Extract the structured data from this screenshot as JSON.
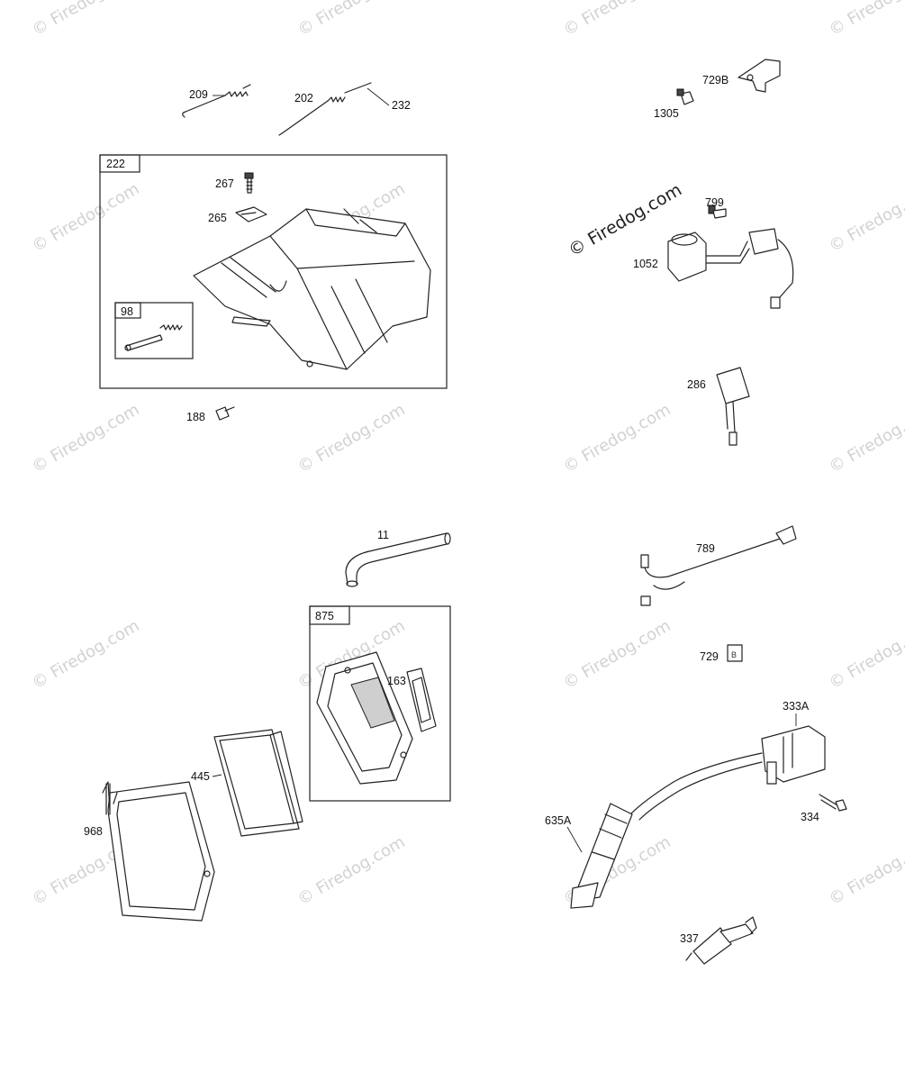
{
  "watermark": {
    "repeated_text": "© Firedog.com",
    "main_text": "© Firedog.com"
  },
  "boxes": {
    "b222": "222",
    "b98": "98",
    "b875": "875"
  },
  "parts": {
    "p209": "209",
    "p202": "202",
    "p232": "232",
    "p267": "267",
    "p265": "265",
    "p188": "188",
    "p11": "11",
    "p163": "163",
    "p445": "445",
    "p968": "968",
    "p729B": "729B",
    "p1305": "1305",
    "p799": "799",
    "p1052": "1052",
    "p286": "286",
    "p789": "789",
    "p729": "729",
    "p333A": "333A",
    "p334": "334",
    "p635A": "635A",
    "p337": "337"
  }
}
